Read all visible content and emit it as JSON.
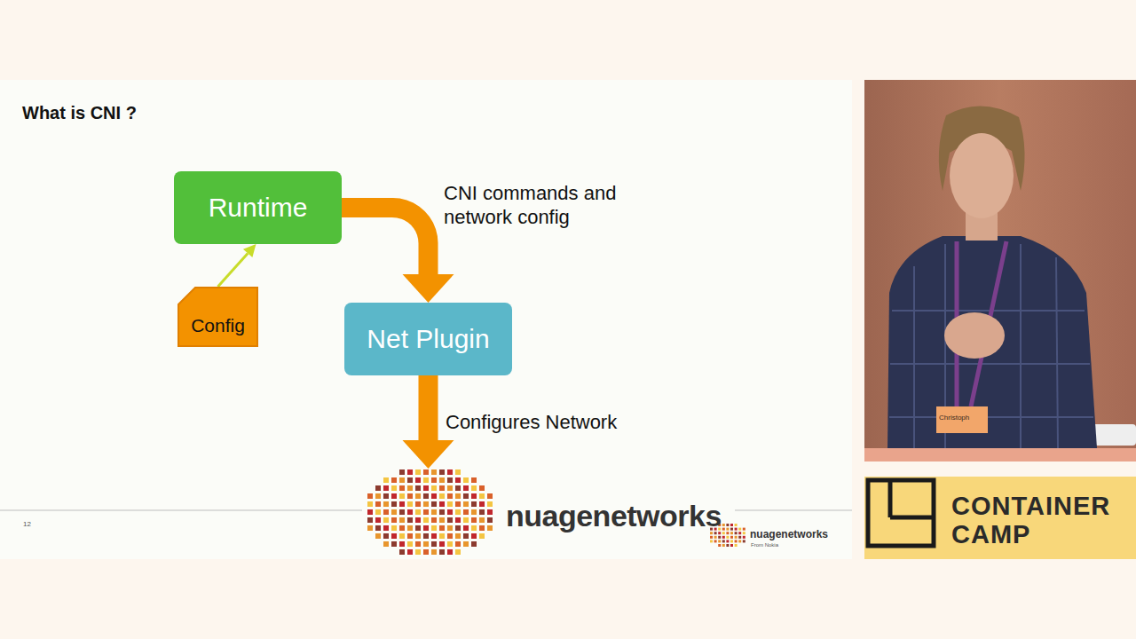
{
  "diagram": {
    "title": "What is CNI ?",
    "nodes": [
      {
        "text": [
          "Runtime"
        ]
      },
      {
        "text": [
          "Config"
        ]
      },
      {
        "text": [
          "Net Plugin"
        ]
      },
      {
        "text": [
          "nuagenetworks"
        ]
      }
    ],
    "edges": [
      {
        "from": 1,
        "to": 0,
        "arrow": "to"
      },
      {
        "from": 0,
        "to": 2,
        "label": "CNI commands and network config",
        "arrow": "to"
      },
      {
        "from": 2,
        "to": 3,
        "label": "Configures Network",
        "arrow": "to"
      }
    ],
    "labels": [
      "12",
      "nuagenetworks",
      "From Nokia",
      "CONTAINER CAMP",
      "Christoph"
    ]
  }
}
